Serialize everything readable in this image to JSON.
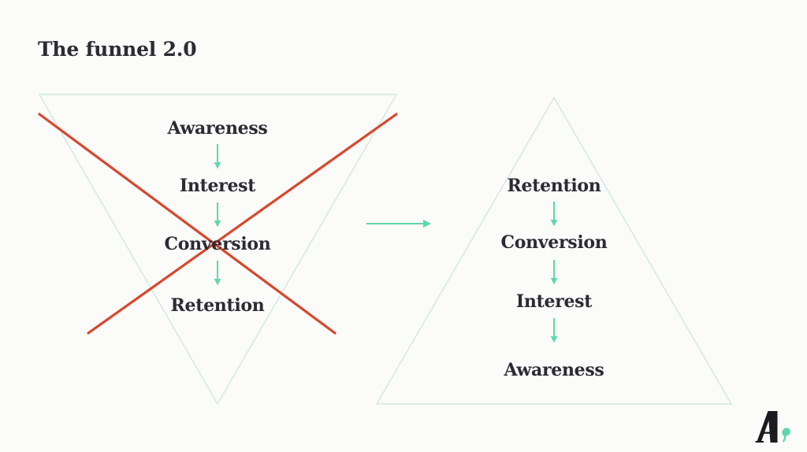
{
  "slide": {
    "title": "The funnel 2.0",
    "background_color": "#fbfbfa"
  },
  "colors": {
    "text": "#2b2b33",
    "mint": "#5fd7ad",
    "mint_outline": "#cfe9df",
    "red_strike": "#d9472b"
  },
  "old_funnel": {
    "name": "old-funnel",
    "shape": "inverted-triangle",
    "struck_through": true,
    "stages": [
      {
        "label": "Awareness"
      },
      {
        "label": "Interest"
      },
      {
        "label": "Conversion"
      },
      {
        "label": "Retention"
      }
    ]
  },
  "new_funnel": {
    "name": "new-funnel",
    "shape": "triangle",
    "struck_through": false,
    "stages": [
      {
        "label": "Retention"
      },
      {
        "label": "Conversion"
      },
      {
        "label": "Interest"
      },
      {
        "label": "Awareness"
      }
    ]
  },
  "transition": {
    "arrow": "right-arrow"
  },
  "logo": {
    "letter": "A",
    "mark": "comma"
  },
  "chart_data": {
    "type": "diagram",
    "title": "The funnel 2.0",
    "items": [
      {
        "name": "old funnel (rejected)",
        "orientation": "inverted triangle, wide at top",
        "order": [
          "Awareness",
          "Interest",
          "Conversion",
          "Retention"
        ],
        "annotation": "crossed out with a red X"
      },
      {
        "name": "new funnel",
        "orientation": "upright triangle, wide at bottom",
        "order": [
          "Retention",
          "Conversion",
          "Interest",
          "Awareness"
        ],
        "annotation": "none"
      }
    ],
    "connector": "arrow pointing from old funnel to new funnel"
  }
}
